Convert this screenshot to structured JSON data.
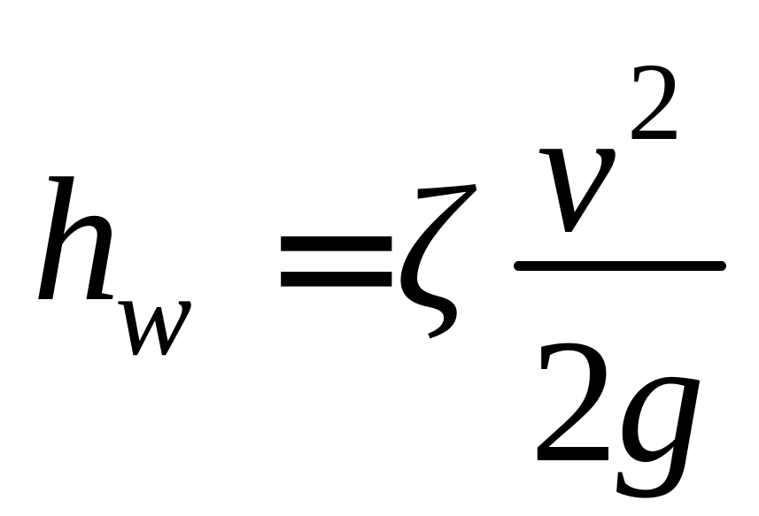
{
  "equation": {
    "lhs": {
      "variable": "h",
      "subscript": "w"
    },
    "operator": "=",
    "coefficient": "ζ",
    "fraction": {
      "numerator": {
        "variable": "v",
        "exponent": "2"
      },
      "denominator": {
        "constant": "2",
        "variable": "g"
      }
    }
  }
}
